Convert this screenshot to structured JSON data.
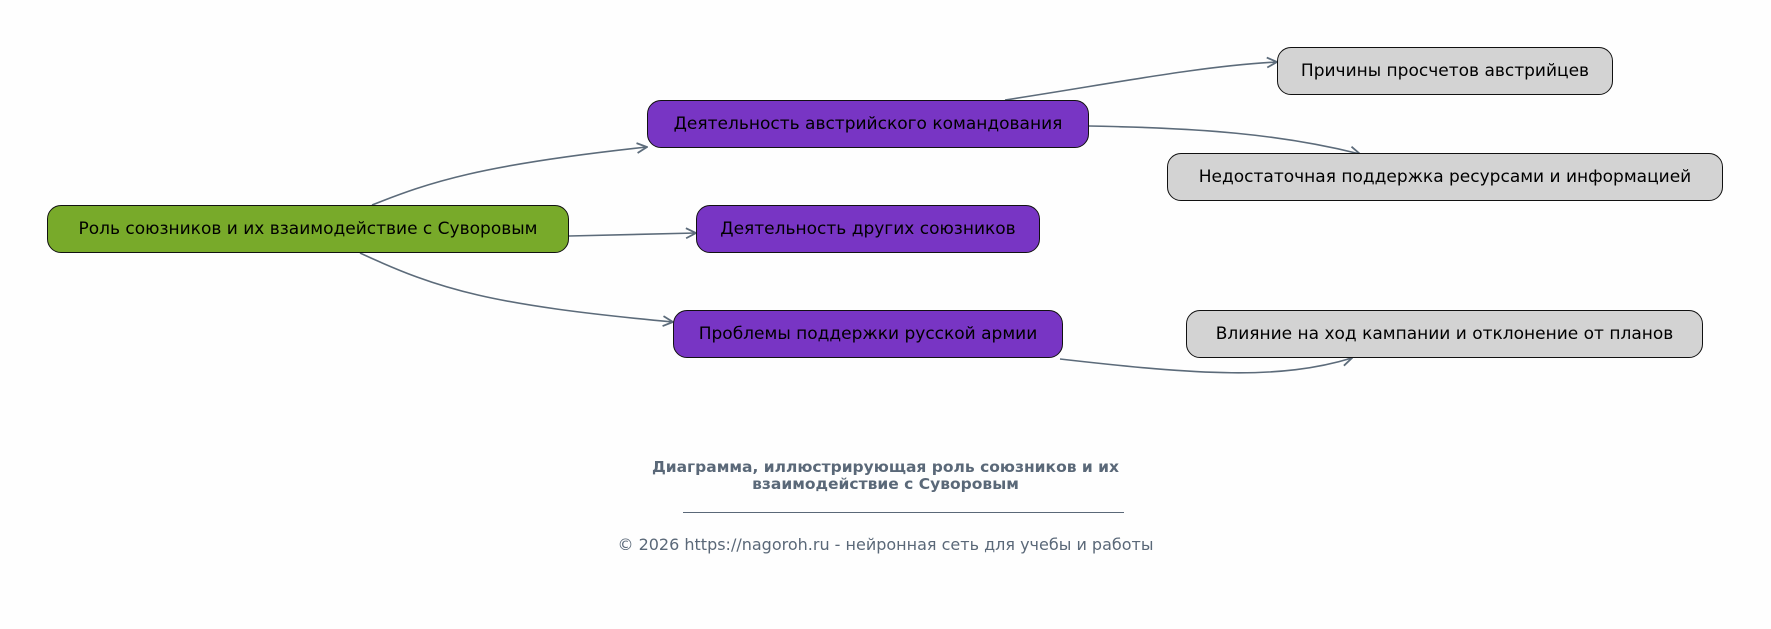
{
  "diagram": {
    "root": "Роль союзников и их взаимодействие с Суворовым",
    "branches": [
      {
        "label": "Деятельность австрийского командования",
        "children": [
          "Причины просчетов австрийцев",
          "Недостаточная поддержка ресурсами и информацией"
        ]
      },
      {
        "label": "Деятельность других союзников",
        "children": []
      },
      {
        "label": "Проблемы поддержки русской армии",
        "children": [
          "Влияние на ход кампании и отклонение от планов"
        ]
      }
    ],
    "colors": {
      "root": "#78aa2a",
      "branch": "#7835c4",
      "leaf": "#d3d3d3",
      "edge": "#5c6b7a"
    }
  },
  "caption": {
    "title_line1": "Диаграмма, иллюстрирующая роль союзников и их",
    "title_line2": "взаимодействие с Суворовым",
    "footer": "© 2026 https://nagoroh.ru - нейронная сеть для учебы и работы"
  }
}
